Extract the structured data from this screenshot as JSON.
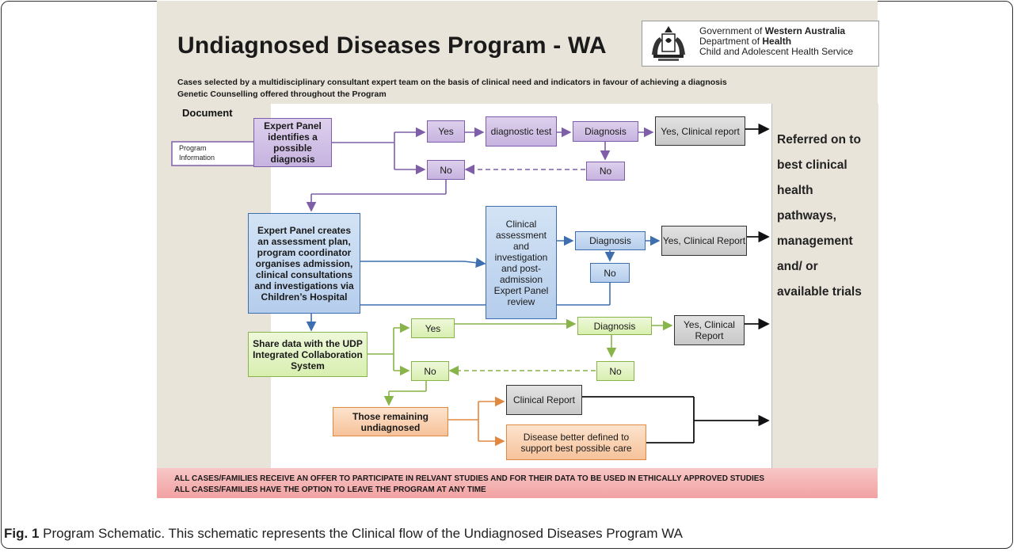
{
  "title": "Undiagnosed Diseases Program - WA",
  "subtitle_1": "Cases selected by a multidisciplinary consultant expert team on the basis of clinical need and indicators in favour of achieving a diagnosis",
  "subtitle_2": "Genetic Counselling offered throughout the Program",
  "gov": {
    "line1_prefix": "Government of ",
    "line1_bold": "Western Australia",
    "line2_prefix": "Department of ",
    "line2_bold": "Health",
    "line3": "Child and Adolescent Health Service"
  },
  "document_label": "Document",
  "program_information": [
    "Program",
    "Information"
  ],
  "nodes": {
    "expert_panel_identifies": "Expert Panel identifies a possible diagnosis",
    "yes_1": "Yes",
    "diagnostic_test": "diagnostic test",
    "diagnosis_1": "Diagnosis",
    "yes_clinical_report_1": "Yes, Clinical report",
    "no_1": "No",
    "no_1_left": "No",
    "expert_panel_creates": "Expert Panel creates an assessment plan, program coordinator organises admission, clinical consultations and investigations via Children’s Hospital",
    "clinical_assessment": "Clinical assessment and investigation and post-admission Expert Panel review",
    "diagnosis_2": "Diagnosis",
    "yes_clinical_report_2": "Yes, Clinical Report",
    "no_2": "No",
    "share_data": "Share data with the UDP Integrated Collaboration System",
    "yes_3": "Yes",
    "diagnosis_3": "Diagnosis",
    "yes_clinical_report_3": "Yes, Clinical Report",
    "no_3_left": "No",
    "no_3_right": "No",
    "those_remaining": "Those remaining undiagnosed",
    "clinical_report_4": "Clinical Report",
    "disease_better_defined": "Disease better defined to support best possible care"
  },
  "referred_lines": [
    "Referred on to",
    "best clinical",
    "health",
    "pathways,",
    "management",
    "and/  or",
    "available trials"
  ],
  "banner_1": "ALL CASES/FAMILIES RECEIVE AN OFFER TO PARTICIPATE IN RELVANT STUDIES AND FOR THEIR DATA TO BE USED IN ETHICALLY APPROVED STUDIES",
  "banner_2": "ALL CASES/FAMILIES  HAVE THE OPTION TO LEAVE THE PROGRAM AT ANY TIME",
  "caption_label": "Fig. 1",
  "caption_text": " Program Schematic. This schematic represents the Clinical flow of the Undiagnosed Diseases Program WA",
  "colors": {
    "purple": "#7e5ea8",
    "blue": "#3d6fb0",
    "green": "#89b44a",
    "orange": "#e08840",
    "banner": "#f2a2a2"
  }
}
